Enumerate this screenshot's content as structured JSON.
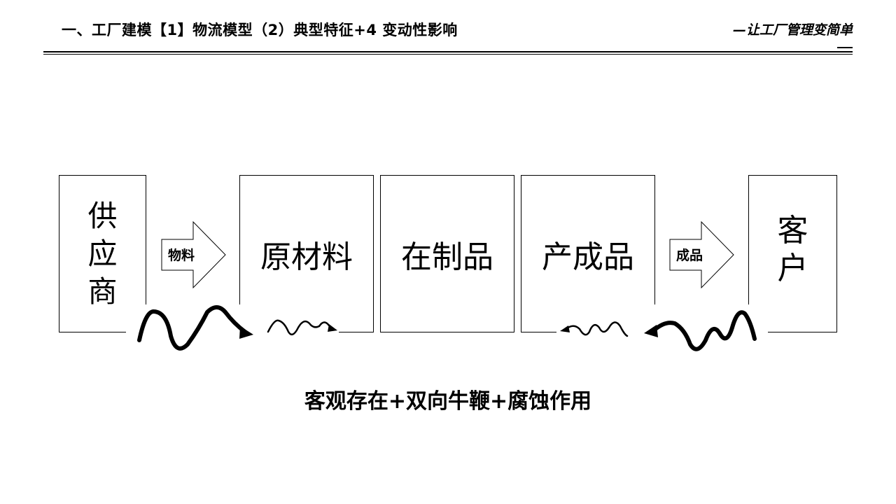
{
  "header": {
    "title": "一、工厂建模【1】物流模型（2）典型特征+4 变动性影响",
    "slogan": "—让工厂管理变简单"
  },
  "diagram": {
    "supplier": "供应商",
    "raw_material": "原材料",
    "wip": "在制品",
    "finished_goods": "产成品",
    "customer": "客户",
    "arrow_material": "物料",
    "arrow_goods": "成品",
    "caption": "客观存在+双向牛鞭+腐蚀作用"
  }
}
